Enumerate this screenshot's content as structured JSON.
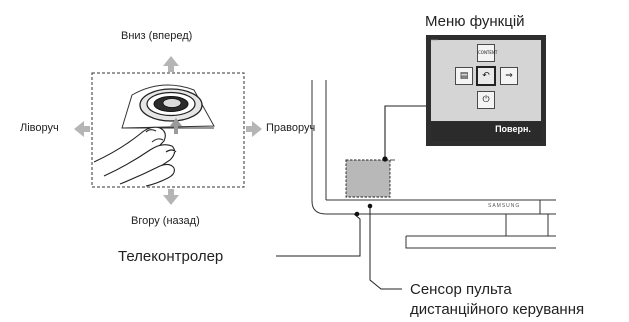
{
  "labels": {
    "down_forward": "Вниз (вперед)",
    "left": "Ліворуч",
    "right": "Праворуч",
    "up_back": "Вгору (назад)",
    "function_menu": "Меню функцій",
    "telecontroller": "Телеконтролер",
    "sensor_line1": "Сенсор пульта",
    "sensor_line2": "дистанційного керування"
  },
  "menu": {
    "content_label": "CONTENT",
    "return_label": "Поверн.",
    "buttons": {
      "top": "content-icon",
      "left": "columns-icon",
      "center": "return-icon",
      "right": "input-source-icon",
      "bottom": "power-icon"
    }
  },
  "monitor": {
    "brand": "SAMSUNG"
  },
  "colors": {
    "arrow": "#b5b5b5",
    "menu_border": "#2e2e2e",
    "menu_face": "#d5d5d5",
    "menu_bar": "#2b2b2b",
    "sensor": "#b8b8b8"
  }
}
